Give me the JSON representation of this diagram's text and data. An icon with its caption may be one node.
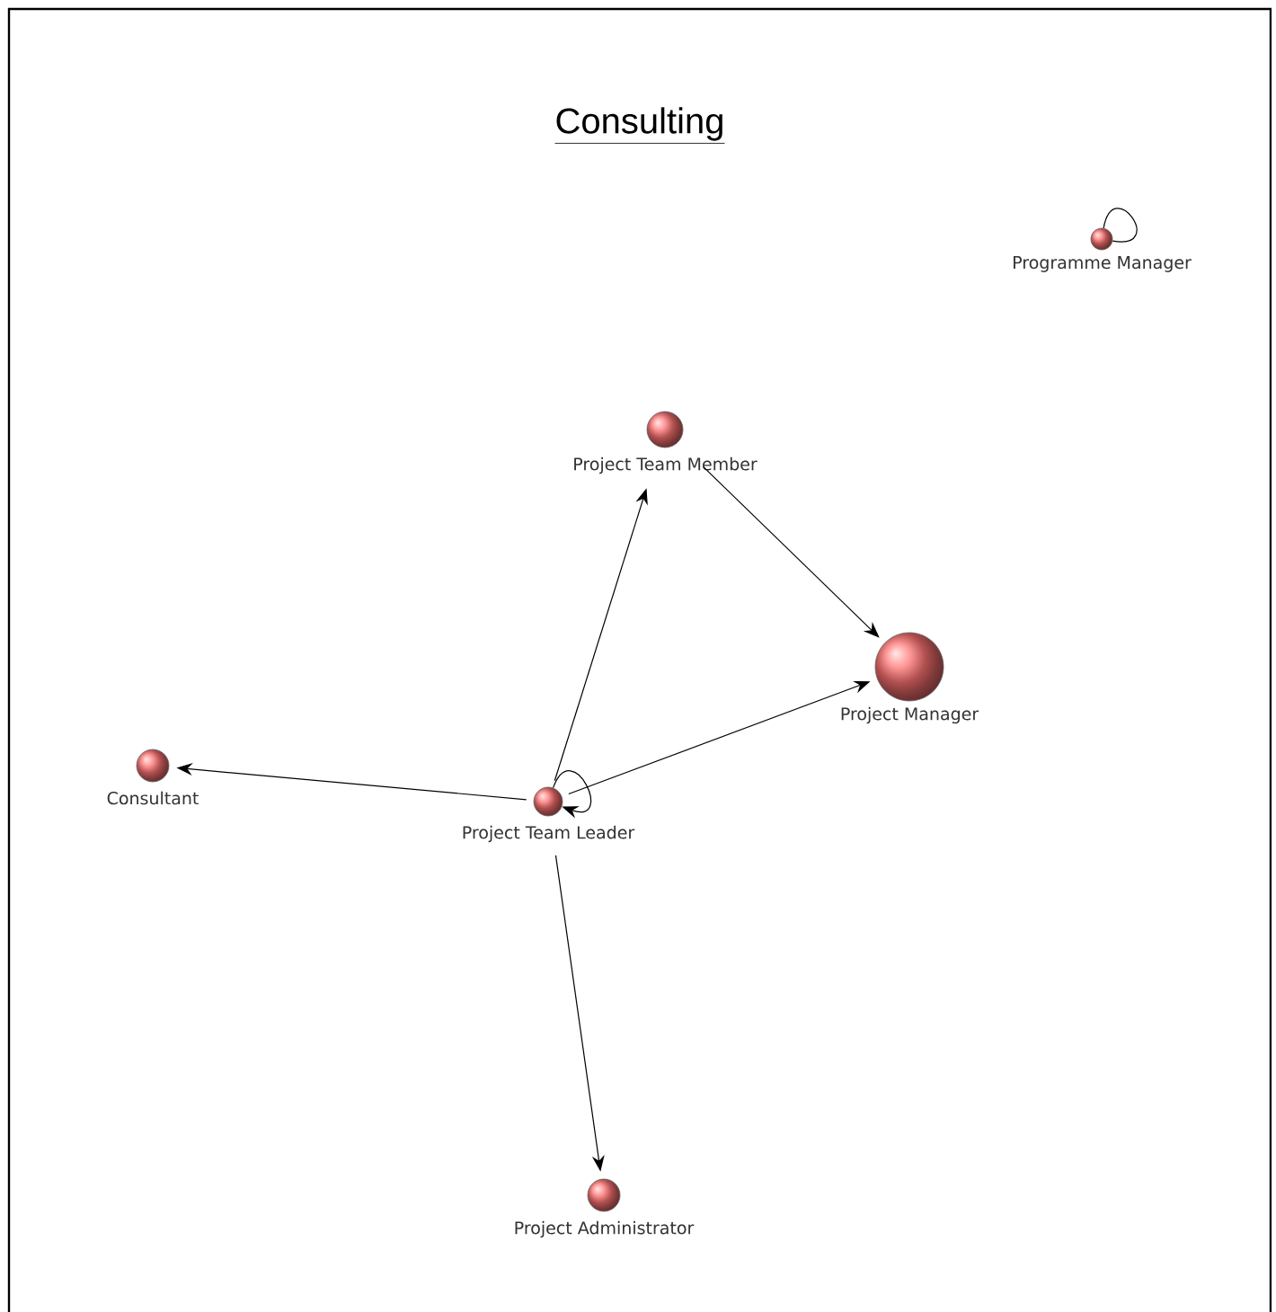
{
  "diagram": {
    "title": "Consulting",
    "nodes": [
      {
        "text": [
          "Programme Manager"
        ]
      },
      {
        "text": [
          "Project Team Member"
        ]
      },
      {
        "text": [
          "Project Manager"
        ]
      },
      {
        "text": [
          "Consultant"
        ]
      },
      {
        "text": [
          "Project Team Leader"
        ]
      },
      {
        "text": [
          "Project Administrator"
        ]
      }
    ],
    "edges": [
      {
        "from": 0,
        "to": 0,
        "arrow": "none"
      },
      {
        "from": 1,
        "to": 2,
        "arrow": "to"
      },
      {
        "from": 4,
        "to": 1,
        "arrow": "to"
      },
      {
        "from": 4,
        "to": 2,
        "arrow": "to"
      },
      {
        "from": 4,
        "to": 3,
        "arrow": "to"
      },
      {
        "from": 4,
        "to": 4,
        "arrow": "to"
      },
      {
        "from": 4,
        "to": 5,
        "arrow": "to"
      }
    ]
  }
}
